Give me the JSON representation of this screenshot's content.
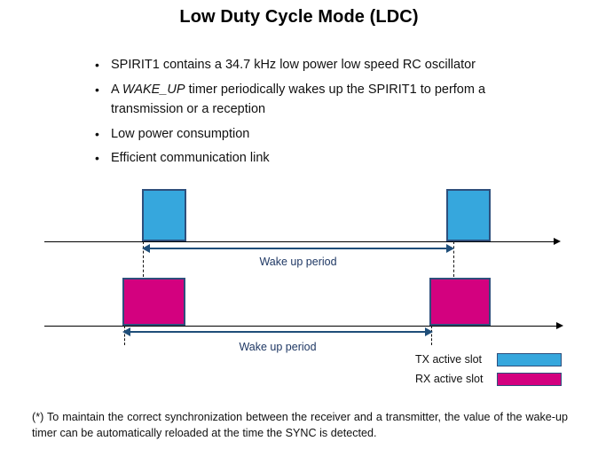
{
  "slide": {
    "title": "Low Duty Cycle Mode (LDC)",
    "bullet_marker": "•",
    "bullets": [
      {
        "pre": "SPIRIT1  contains a 34.7 kHz low power low speed RC oscillator",
        "em": "",
        "post": ""
      },
      {
        "pre": "A ",
        "em": "WAKE_UP",
        "post": " timer periodically wakes up the SPIRIT1 to perfom a transmission or a reception"
      },
      {
        "pre": "Low power consumption",
        "em": "",
        "post": ""
      },
      {
        "pre": "Efficient  communication link",
        "em": "",
        "post": ""
      }
    ],
    "footnote": "(*) To maintain the correct synchronization between the receiver and a transmitter, the value of the wake-up timer can be automatically reloaded at the time the SYNC is detected."
  },
  "diagram": {
    "tx_period_label": "Wake up period",
    "rx_period_label": "Wake up period",
    "legend": [
      {
        "label": "TX  active  slot",
        "color": "#36A7DD",
        "name": "tx"
      },
      {
        "label": "RX  active  slot",
        "color": "#D3017F",
        "name": "rx"
      }
    ],
    "colors": {
      "tx_fill": "#36A7DD",
      "rx_fill": "#D3017F",
      "pulse_border": "#2E4F7C",
      "arrow": "#1F4E79",
      "axis": "#000000",
      "period_text": "#1F3864"
    }
  }
}
